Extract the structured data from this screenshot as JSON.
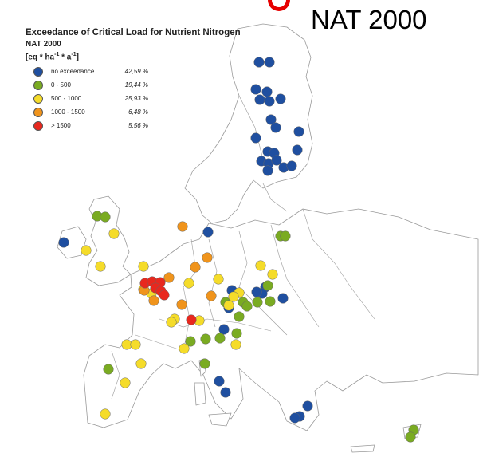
{
  "header": {
    "title": "NAT 2000"
  },
  "legend": {
    "title": "Exceedance of Critical Load for Nutrient Nitrogen",
    "subtitle": "NAT 2000",
    "unit_parts": [
      "[eq * ha",
      "-1",
      " * a",
      "-1",
      "]"
    ],
    "items": [
      {
        "label": "no exceedance",
        "percent": "42,59 %",
        "color": "#1f4fa0"
      },
      {
        "label": "0 - 500",
        "percent": "19,44 %",
        "color": "#7aab22"
      },
      {
        "label": "500 - 1000",
        "percent": "25,93 %",
        "color": "#f5dc2a"
      },
      {
        "label": "1000 - 1500",
        "percent": "6,48 %",
        "color": "#f0941c"
      },
      {
        "label": "> 1500",
        "percent": "5,56 %",
        "color": "#e8281e"
      }
    ]
  },
  "map": {
    "colors": {
      "land": "#ffffff",
      "border": "#9a9a9a",
      "accent_arc": "#e60000"
    },
    "sites": {
      "no-exceedance": [
        [
          325,
          78
        ],
        [
          338,
          78
        ],
        [
          321,
          112
        ],
        [
          335,
          115
        ],
        [
          326,
          125
        ],
        [
          338,
          127
        ],
        [
          352,
          124
        ],
        [
          340,
          150
        ],
        [
          346,
          160
        ],
        [
          375,
          165
        ],
        [
          321,
          173
        ],
        [
          336,
          190
        ],
        [
          344,
          192
        ],
        [
          373,
          188
        ],
        [
          328,
          202
        ],
        [
          337,
          205
        ],
        [
          347,
          201
        ],
        [
          356,
          210
        ],
        [
          366,
          208
        ],
        [
          336,
          214
        ],
        [
          80,
          304
        ],
        [
          261,
          291
        ],
        [
          291,
          364
        ],
        [
          333,
          360
        ],
        [
          329,
          368
        ],
        [
          322,
          366
        ],
        [
          355,
          374
        ],
        [
          287,
          386
        ],
        [
          281,
          413
        ],
        [
          275,
          478
        ],
        [
          283,
          492
        ],
        [
          386,
          509
        ],
        [
          376,
          522
        ],
        [
          370,
          524
        ]
      ],
      "0-500": [
        [
          122,
          271
        ],
        [
          132,
          272
        ],
        [
          352,
          296
        ],
        [
          358,
          296
        ],
        [
          336,
          358
        ],
        [
          283,
          379
        ],
        [
          305,
          379
        ],
        [
          310,
          384
        ],
        [
          323,
          379
        ],
        [
          339,
          378
        ],
        [
          300,
          397
        ],
        [
          239,
          428
        ],
        [
          258,
          425
        ],
        [
          276,
          424
        ],
        [
          297,
          418
        ],
        [
          257,
          456
        ],
        [
          136,
          463
        ],
        [
          519,
          539
        ],
        [
          515,
          548
        ]
      ],
      "500-1000": [
        [
          143,
          293
        ],
        [
          108,
          314
        ],
        [
          126,
          334
        ],
        [
          180,
          334
        ],
        [
          327,
          333
        ],
        [
          342,
          344
        ],
        [
          190,
          368
        ],
        [
          180,
          363
        ],
        [
          237,
          355
        ],
        [
          274,
          350
        ],
        [
          300,
          367
        ],
        [
          293,
          372
        ],
        [
          287,
          383
        ],
        [
          250,
          402
        ],
        [
          219,
          400
        ],
        [
          215,
          404
        ],
        [
          159,
          432
        ],
        [
          170,
          432
        ],
        [
          231,
          437
        ],
        [
          296,
          432
        ],
        [
          177,
          456
        ],
        [
          157,
          480
        ],
        [
          132,
          519
        ]
      ],
      "1000-1500": [
        [
          229,
          284
        ],
        [
          260,
          323
        ],
        [
          245,
          335
        ],
        [
          212,
          348
        ],
        [
          181,
          364
        ],
        [
          228,
          382
        ],
        [
          265,
          371
        ],
        [
          193,
          377
        ]
      ],
      "gt-1500": [
        [
          182,
          355
        ],
        [
          191,
          353
        ],
        [
          201,
          354
        ],
        [
          195,
          361
        ],
        [
          202,
          365
        ],
        [
          206,
          370
        ],
        [
          240,
          401
        ]
      ]
    }
  }
}
